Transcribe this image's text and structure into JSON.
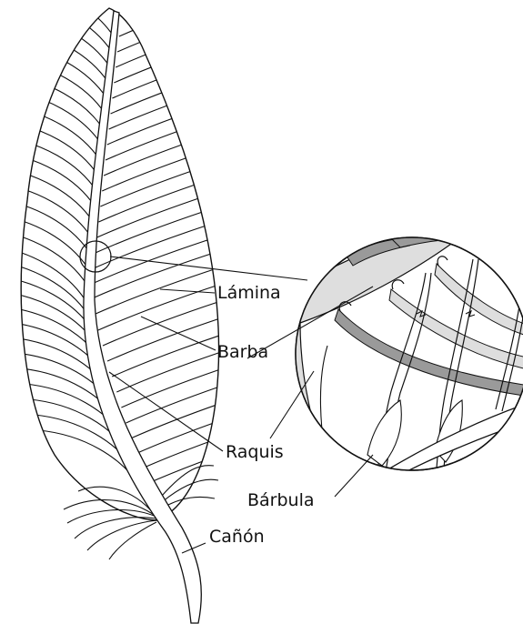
{
  "labels": {
    "lamina": "Lámina",
    "barba": "Barba",
    "raquis": "Raquis",
    "barbula": "Bárbula",
    "canon": "Cañón"
  },
  "colors": {
    "line": "#111111",
    "background": "#ffffff",
    "magnifier_fill": "#dedede",
    "barb_band": "#9a9a9a"
  }
}
